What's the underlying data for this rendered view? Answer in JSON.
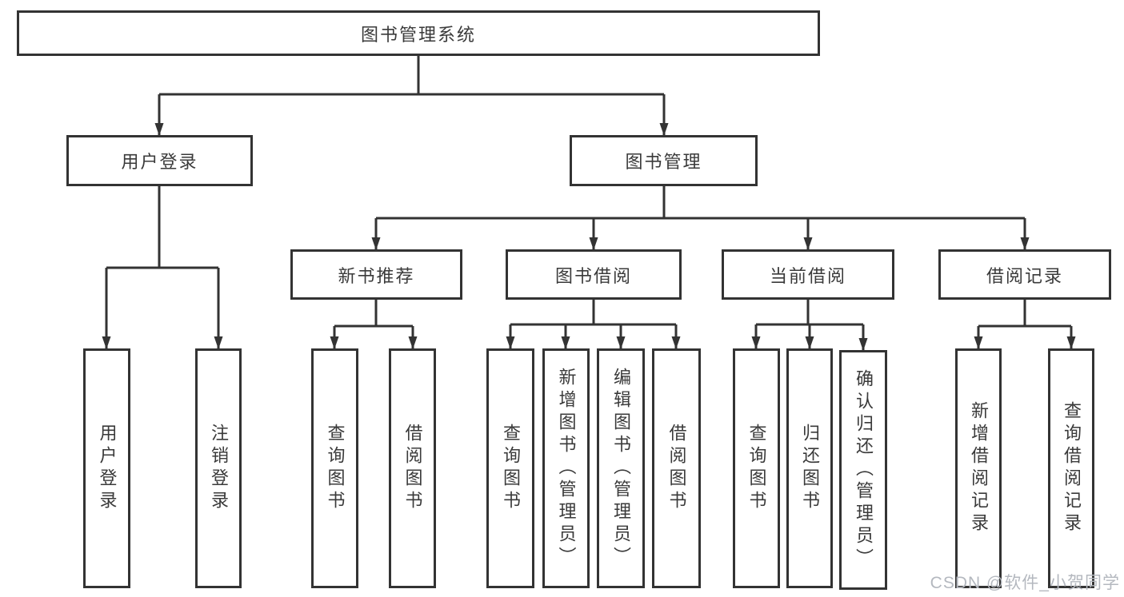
{
  "nodes": {
    "root": {
      "label": "图书管理系统"
    },
    "user_login": {
      "label": "用户登录",
      "children": [
        {
          "label": "用户登录"
        },
        {
          "label": "注销登录"
        }
      ]
    },
    "book_mgmt": {
      "label": "图书管理"
    },
    "new_book_rec": {
      "label": "新书推荐",
      "children": [
        {
          "label": "查询图书"
        },
        {
          "label": "借阅图书"
        }
      ]
    },
    "book_borrow": {
      "label": "图书借阅",
      "children": [
        {
          "label": "查询图书"
        },
        {
          "label": "新增图书（管理员）"
        },
        {
          "label": "编辑图书（管理员）"
        },
        {
          "label": "借阅图书"
        }
      ]
    },
    "current_borrow": {
      "label": "当前借阅",
      "children": [
        {
          "label": "查询图书"
        },
        {
          "label": "归还图书"
        },
        {
          "label": "确认归还（管理员）"
        }
      ]
    },
    "borrow_records": {
      "label": "借阅记录",
      "children": [
        {
          "label": "新增借阅记录"
        },
        {
          "label": "查询借阅记录"
        }
      ]
    }
  },
  "watermark": {
    "text": "CSDN @软件_小贺同学"
  },
  "colors": {
    "line": "#333333",
    "node_border": "#333333",
    "text": "#3a3a3a",
    "watermark": "#b4b8bf",
    "background": "#ffffff"
  }
}
